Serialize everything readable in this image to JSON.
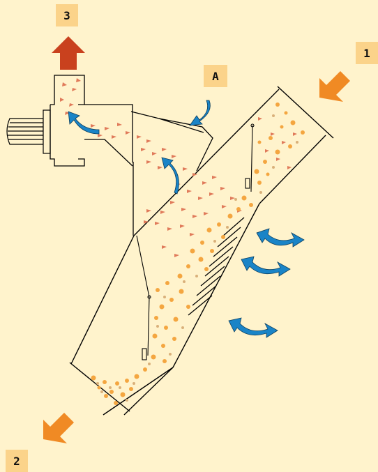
{
  "labels": {
    "outlet_air": "3",
    "inlet_material": "1",
    "air_inlet": "A",
    "outlet_heavy": "2"
  },
  "colors": {
    "background": "#fff3cc",
    "label_bg": "#fbd38a",
    "orange_arrow": "#f08a24",
    "red_arrow": "#c9411e",
    "blue_arrow": "#1a84c7",
    "particle_orange": "#f4a640",
    "particle_tan": "#d9b07a",
    "flake": "#e07a5a"
  },
  "icons": {
    "outlet_arrow": "up-arrow-icon",
    "inlet_arrow": "down-left-arrow-icon",
    "discharge_arrow": "down-left-arrow-icon",
    "airflow": "curved-blue-arrow-icon"
  }
}
